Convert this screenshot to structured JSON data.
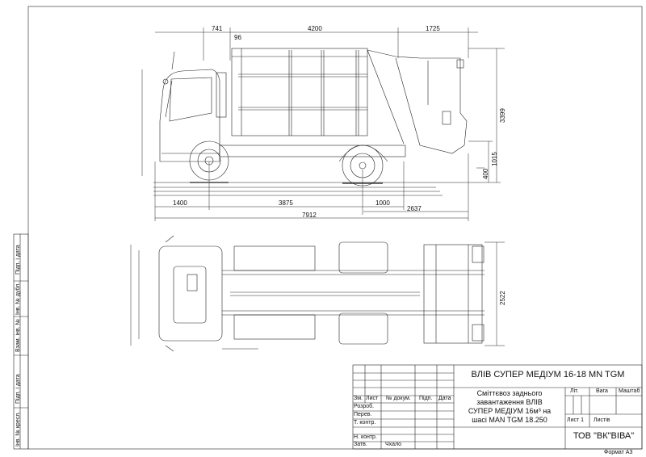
{
  "drawing": {
    "side_view_dims": {
      "top": [
        "741",
        "96",
        "4200",
        "1725"
      ],
      "height_total": "3399",
      "rear_height": "1015",
      "rear_step": "400",
      "bottom": [
        "1400",
        "3875",
        "1000",
        "2637"
      ],
      "overall_length": "7912"
    },
    "top_view_dims": {
      "width": "2522"
    }
  },
  "side_strip": [
    "Інв. № кресл.",
    "Підп. і дата",
    "Взам. інв. №",
    "Інв. № дубл.",
    "Підп. і дата"
  ],
  "title_block": {
    "title": "ВЛІВ СУПЕР МЕДІУМ 16-18 MN TGM",
    "description": [
      "Сміттєвоз заднього",
      "завантаження ВЛІВ",
      "СУПЕР МЕДІУМ 16м³ на",
      "шасі MAN TGM 18.250"
    ],
    "headers": [
      "Зм.",
      "Лист",
      "№ докум.",
      "Підп.",
      "Дата"
    ],
    "roles": [
      "Розроб.",
      "Перев.",
      "Т. контр.",
      "Н. контр.",
      "Затв."
    ],
    "approver": "Чхало",
    "lit": "Літ.",
    "weight": "Вага",
    "scale": "Маштаб",
    "sheet": "Лист 1",
    "sheets": "Листів",
    "company": "ТОВ \"ВК\"ВІВА\"",
    "format": "Формат А3"
  }
}
